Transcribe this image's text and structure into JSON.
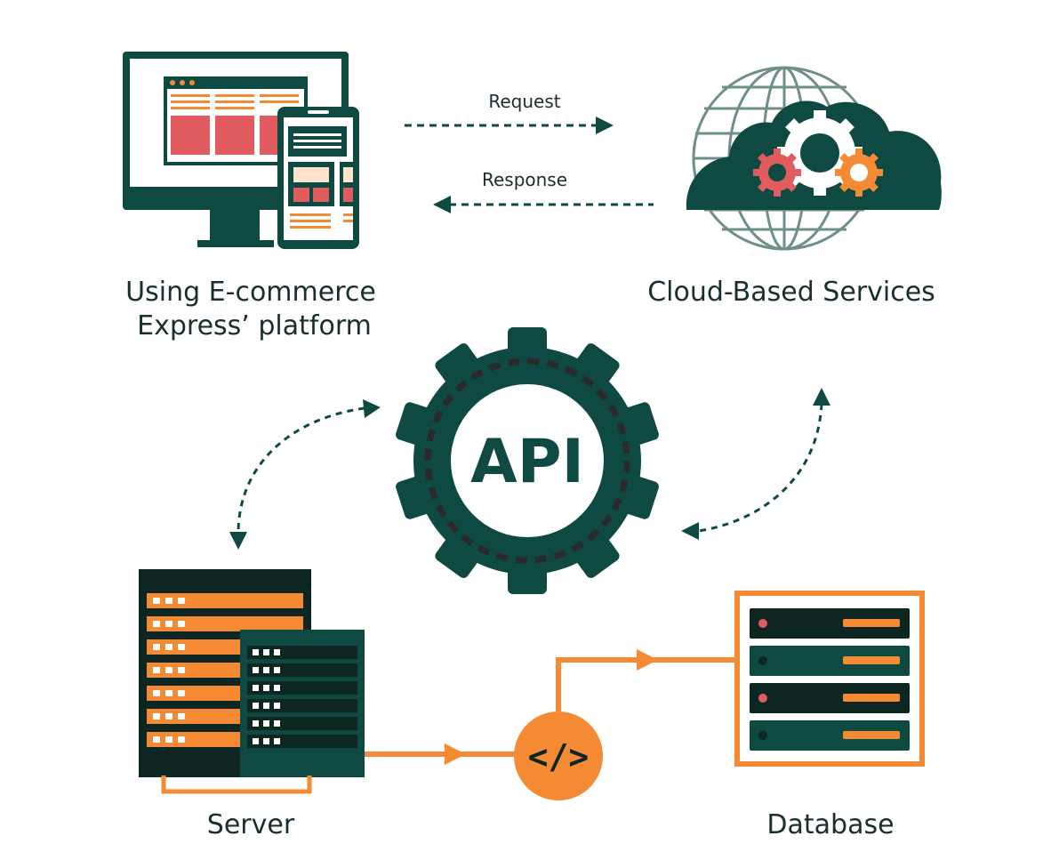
{
  "labels": {
    "request": "Request",
    "response": "Response",
    "client_line1": "Using E-commerce",
    "client_line2": "Express’ platform",
    "cloud": "Cloud-Based Services",
    "api": "API",
    "server": "Server",
    "database": "Database",
    "code": "</>"
  },
  "colors": {
    "dark_teal": "#0f4a42",
    "orange": "#f58a35",
    "coral": "#e05c5e",
    "peach": "#fde3cc",
    "server_dark": "#0e2622"
  },
  "icons": [
    "desktop-monitor-icon",
    "mobile-phone-icon",
    "cloud-globe-icon",
    "gears-icon",
    "api-gear-icon",
    "server-rack-icon",
    "code-icon",
    "database-icon"
  ]
}
